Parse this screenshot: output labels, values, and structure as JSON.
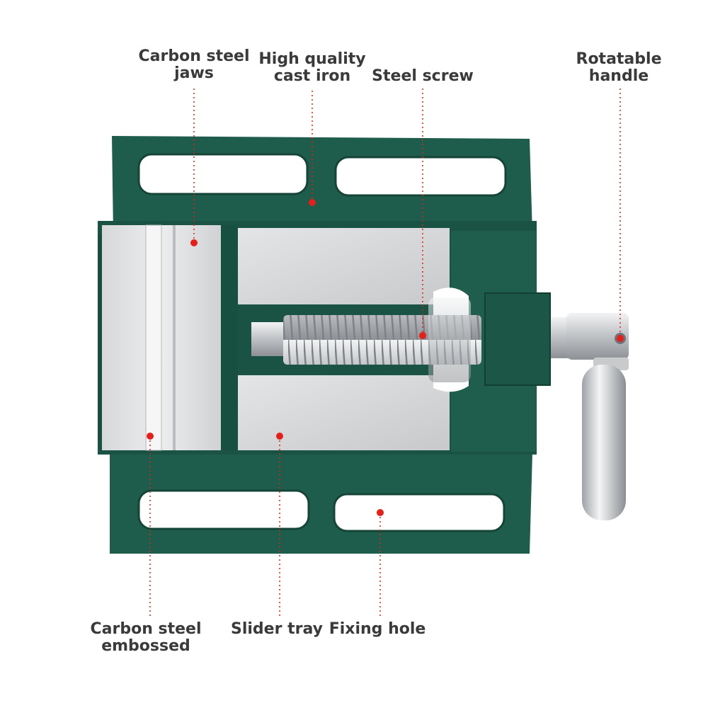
{
  "labels": {
    "carbon_steel_jaws": [
      "Carbon steel",
      "jaws"
    ],
    "cast_iron": [
      "High quality",
      "cast iron"
    ],
    "steel_screw": [
      "Steel screw"
    ],
    "rotatable_handle": [
      "Rotatable",
      "handle"
    ],
    "carbon_steel_embossed": [
      "Carbon steel",
      "embossed"
    ],
    "slider_tray": [
      "Slider tray"
    ],
    "fixing_hole": [
      "Fixing hole"
    ]
  },
  "colors": {
    "body_green": "#1e5c4b",
    "body_green_dark": "#144437",
    "steel": "#c9cbcd",
    "marker": "#e3201b",
    "text": "#3a3a3a"
  }
}
